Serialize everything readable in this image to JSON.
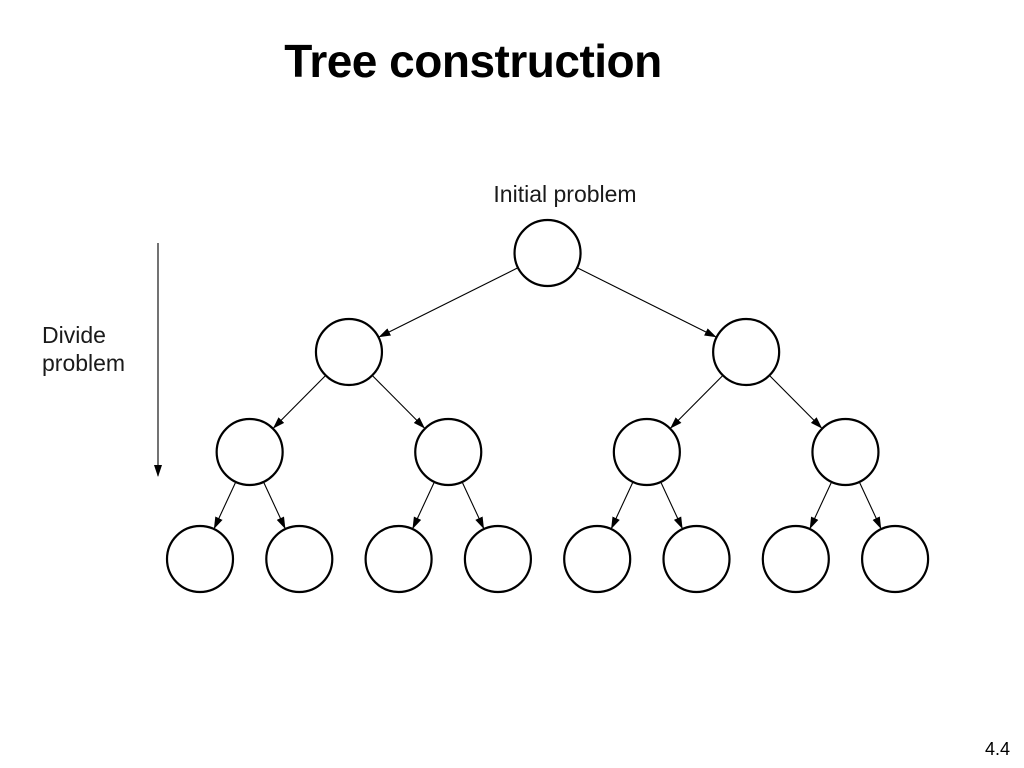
{
  "title": "Tree construction",
  "diagram": {
    "root_label": "Initial problem",
    "side_label": [
      "Divide",
      "problem"
    ],
    "levels": [
      1,
      2,
      4,
      8
    ]
  },
  "page_number": "4.4"
}
